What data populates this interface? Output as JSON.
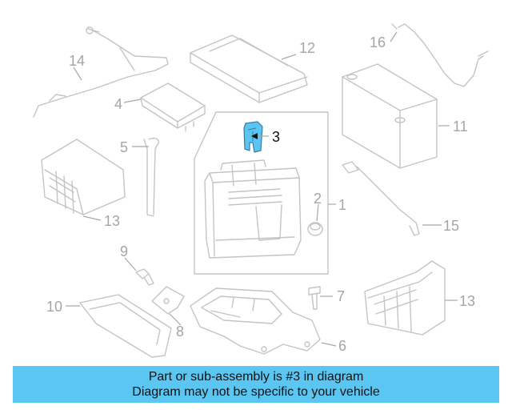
{
  "colors": {
    "highlight": "#5cc6f2",
    "banner": "#5cc6f2",
    "part_stroke": "#c4c4c4",
    "label": "#a5a5a5"
  },
  "diagram": {
    "highlighted_part": "3",
    "labels": [
      "1",
      "2",
      "3",
      "4",
      "5",
      "6",
      "7",
      "8",
      "9",
      "10",
      "11",
      "12",
      "13",
      "13",
      "14",
      "15",
      "16"
    ]
  },
  "banner": {
    "line1": "Part or sub-assembly is #3 in diagram",
    "line2": "Diagram may not be specific to your vehicle"
  }
}
